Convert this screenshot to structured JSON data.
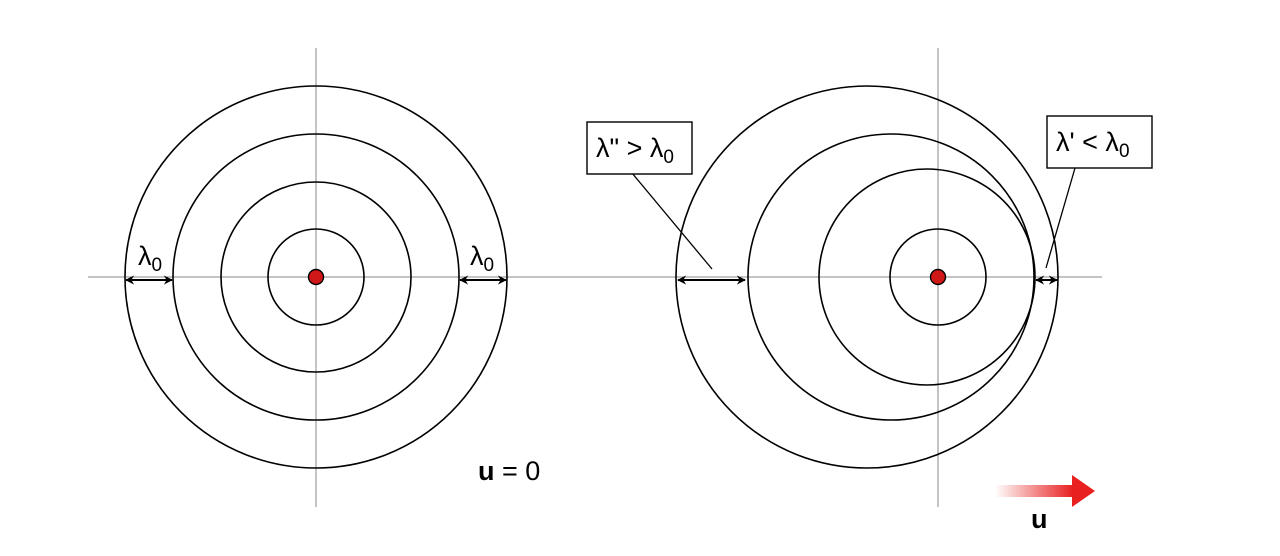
{
  "stationary": {
    "wavelength_symbol": "λ",
    "wavelength_subscript": "0",
    "velocity_symbol": "u",
    "velocity_relation": " = 0"
  },
  "moving": {
    "behind_label": {
      "prefix": "λ\" > λ",
      "subscript": "0"
    },
    "ahead_label": {
      "prefix": "λ' < λ",
      "subscript": "0"
    },
    "velocity_symbol": "u"
  },
  "colors": {
    "source": "#d01818",
    "velocity_arrow": "#e82020"
  }
}
